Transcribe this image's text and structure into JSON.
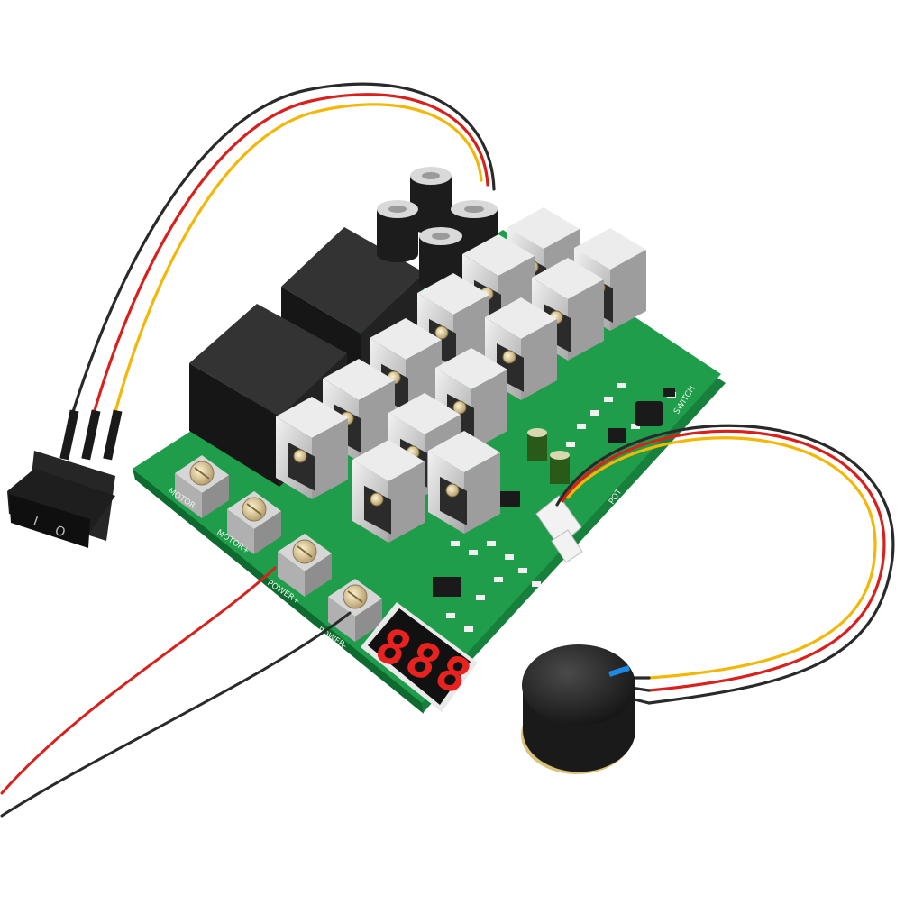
{
  "photo": {
    "subject": "PWM DC motor speed controller board",
    "colors": {
      "pcb": "#1f9d4a",
      "relay": "#1c1c1c",
      "heatsink": "#c9c9c9",
      "display_digits": "#e8231f",
      "wire_red": "#d8201c",
      "wire_yellow": "#f2b707",
      "wire_black": "#2a2a2a",
      "knob_marker": "#1e88e5"
    }
  },
  "board": {
    "terminal_labels": [
      "MOTOR-",
      "MOTOR+",
      "POWER+",
      "POWER-"
    ],
    "connector_labels": [
      "SWITCH",
      "POT"
    ],
    "display_value": "888"
  },
  "switch": {
    "mark_on": "I",
    "mark_off": "O"
  }
}
